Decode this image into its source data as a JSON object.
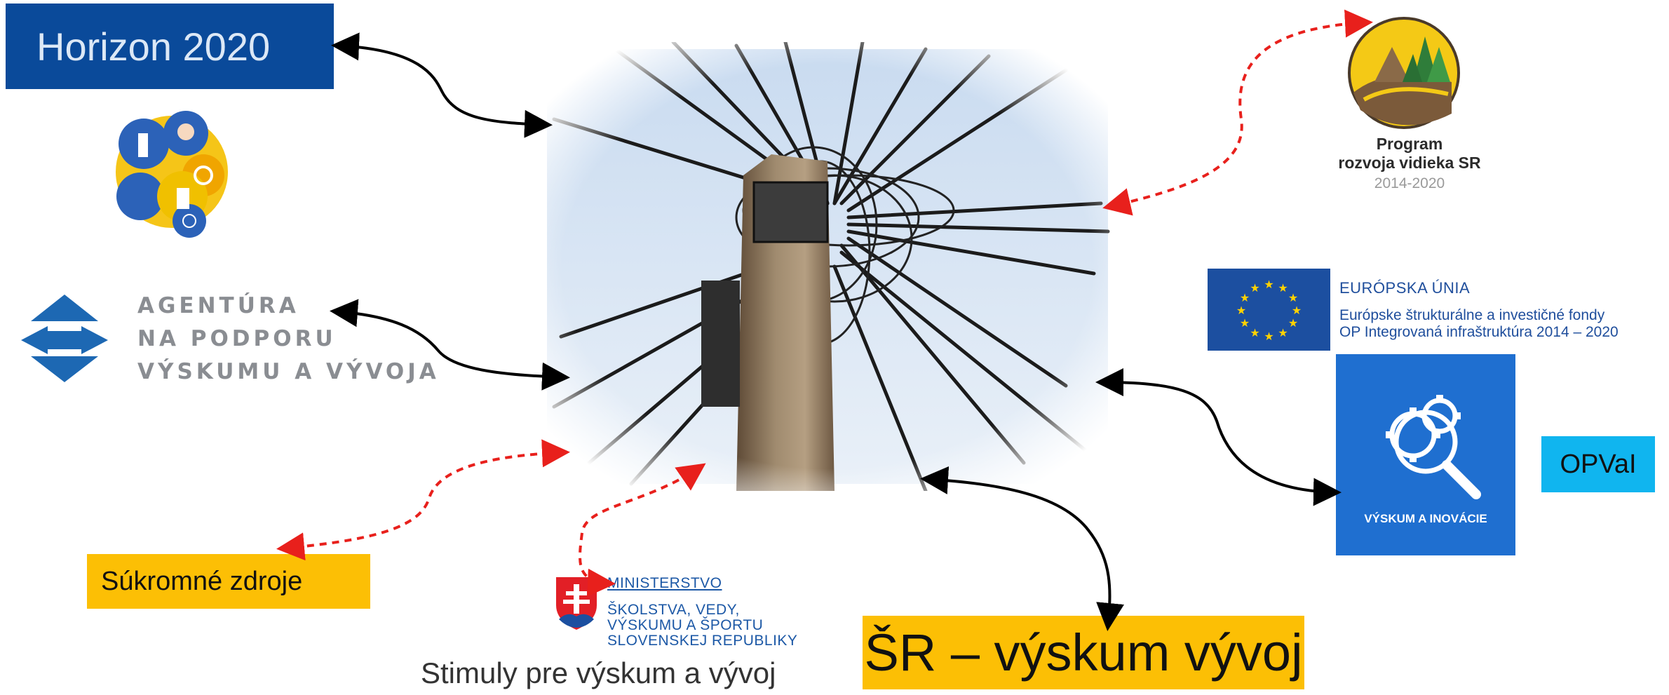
{
  "horizon": {
    "label": "Horizon 2020"
  },
  "apvv": {
    "lines": [
      "AGENTÚRA",
      "NA PODPORU",
      "VÝSKUMU A VÝVOJA"
    ]
  },
  "prv": {
    "title_line1": "Program",
    "title_line2": "rozvoja vidieka SR",
    "years": "2014-2020"
  },
  "eu": {
    "title": "EURÓPSKA ÚNIA",
    "line1": "Európske štrukturálne a investičné fondy",
    "line2": "OP Integrovaná infraštruktúra 2014 – 2020"
  },
  "vyskum": {
    "label": "VÝSKUM A INOVÁCIE"
  },
  "opvai": {
    "label": "OPVaI"
  },
  "sukromne": {
    "label": "Súkromné zdroje"
  },
  "ministerstvo": {
    "lines": [
      "MINISTERSTVO",
      "ŠKOLSTVA, VEDY,",
      "VÝSKUMU A ŠPORTU",
      "SLOVENSKEJ REPUBLIKY"
    ]
  },
  "stimuly": {
    "label": "Stimuly pre výskum a vývoj"
  },
  "sr": {
    "label": "ŠR – výskum vývoj"
  },
  "colors": {
    "solid_arrow": "#000000",
    "dashed_arrow": "#e8201c",
    "yellow_box": "#fcbf05",
    "opvai_box": "#10b5ef",
    "horizon_box": "#0a4a9a",
    "eu_flag": "#1c4fa0",
    "vyskum_tile": "#1f6fd0"
  }
}
